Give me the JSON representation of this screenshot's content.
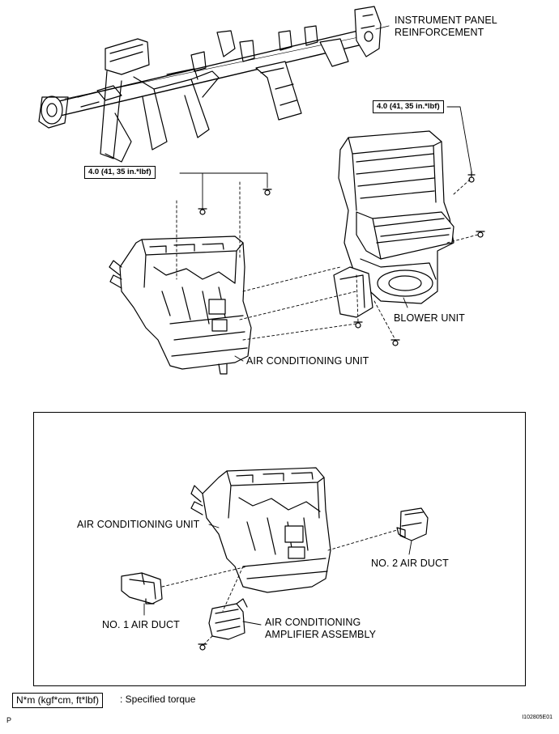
{
  "labels": {
    "instrument_panel_line1": "INSTRUMENT PANEL",
    "instrument_panel_line2": "REINFORCEMENT",
    "torque_right": "4.0 (41, 35 in.*lbf)",
    "torque_left": "4.0 (41, 35 in.*lbf)",
    "blower_unit": "BLOWER UNIT",
    "ac_unit_top": "AIR CONDITIONING UNIT",
    "ac_unit_inset": "AIR CONDITIONING UNIT",
    "no2_air_duct": "NO. 2 AIR DUCT",
    "no1_air_duct": "NO. 1 AIR DUCT",
    "amplifier_line1": "AIR CONDITIONING",
    "amplifier_line2": "AMPLIFIER ASSEMBLY"
  },
  "legend": {
    "unit": "N*m (kgf*cm, ft*lbf)",
    "text": ": Specified torque"
  },
  "footer": {
    "corner": "P",
    "figure_id": "I102805E01"
  }
}
